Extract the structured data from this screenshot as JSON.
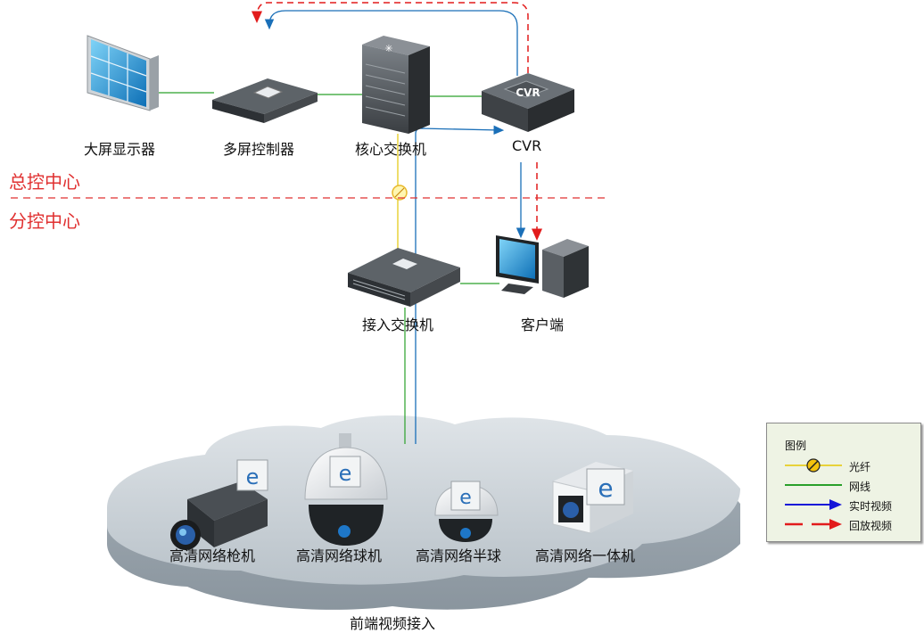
{
  "devices": {
    "video_wall": "大屏显示器",
    "multi_screen_controller": "多屏控制器",
    "core_switch": "核心交换机",
    "cvr": "CVR",
    "cvr_panel_text": "CVR",
    "access_switch": "接入交换机",
    "client": "客户端",
    "bullet_camera": "高清网络枪机",
    "speed_dome": "高清网络球机",
    "mini_dome": "高清网络半球",
    "box_camera": "高清网络一体机"
  },
  "zones": {
    "main_center": "总控中心",
    "branch_center": "分控中心",
    "front_end": "前端视频接入"
  },
  "legend": {
    "title": "图例",
    "items": [
      {
        "key": "fiber",
        "label": "光纤"
      },
      {
        "key": "network",
        "label": "网线"
      },
      {
        "key": "live",
        "label": "实时视频"
      },
      {
        "key": "playback",
        "label": "回放视频"
      }
    ]
  },
  "colors": {
    "zone_text": "#e03030",
    "network_line": "#2aa02a",
    "fiber_line": "#e8d23a",
    "live_video": "#1a6fb8",
    "playback_video": "#e21b1b",
    "legend_bg": "#eef3e4"
  }
}
